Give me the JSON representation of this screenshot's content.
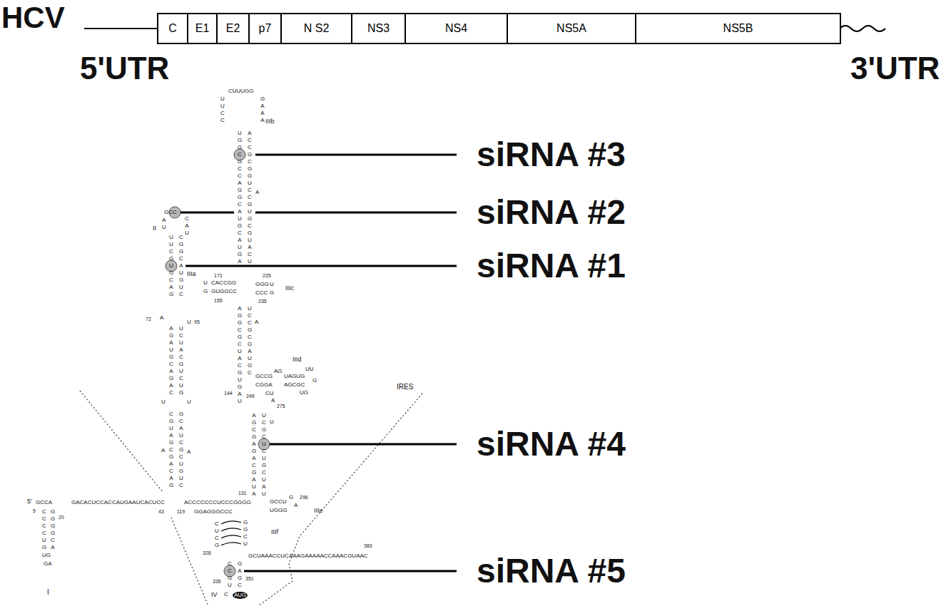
{
  "diagram": {
    "nodes": [
      {
        "text": [
          "C"
        ]
      },
      {
        "text": [
          "E1"
        ]
      },
      {
        "text": [
          "E2"
        ]
      },
      {
        "text": [
          "p7"
        ]
      },
      {
        "text": [
          "N S2"
        ]
      },
      {
        "text": [
          "NS3"
        ]
      },
      {
        "text": [
          "NS4"
        ]
      },
      {
        "text": [
          "NS5A"
        ]
      },
      {
        "text": [
          "NS5B"
        ]
      }
    ],
    "labels": [
      "HCV",
      "5'UTR",
      "3'UTR",
      "siRNA #3",
      "siRNA #2",
      "siRNA #1",
      "siRNA #4",
      "siRNA #5",
      "IIIb",
      "CUUUGG",
      "UUCC",
      "GAAA",
      "UGGCGCCAGGCAUGCAUGA",
      "ACCGCGGUCCGUGCGUACU",
      "A",
      "IIIa",
      "171",
      "225",
      "CACCGG",
      "GUGGCC",
      "U",
      "G",
      "155",
      "GGG",
      "CCC",
      "U",
      "G",
      "235",
      "IIIc",
      "AGGCGCUACG",
      "UCCGCGAUGC",
      "A",
      "UGAU",
      "144",
      "249",
      "IIId",
      "GCCG",
      "AG",
      "UAGUG",
      "UU",
      "CGGA",
      "AGCGC",
      "G",
      "UG",
      "CU",
      "A",
      "275",
      "AGCGAGACGAUA",
      "UCGCUCUGCUAU",
      "U",
      "131",
      "GCCU",
      "UGGG",
      "G",
      "A",
      "296",
      "IIIe",
      "5'",
      "GCCA",
      "GACACUCCACCAUGAAUCACUCC",
      "43",
      "119",
      "ACCCCCCCUCCCGGGG",
      "GGAGGGCCC",
      "5",
      "CCCCUG",
      "GGGGCA",
      "20",
      "UG",
      "GA",
      "I",
      "II",
      "GCC",
      "AU",
      "CAU",
      "UUCGUGCAG",
      "CGGCAUGUC",
      "72",
      "A",
      "U",
      "95",
      "AGAUGCAGAC",
      "UCUACGUCUG",
      "U",
      "U",
      "CGUAGCGACAG",
      "GCAUCGCUGUC",
      "A",
      "A",
      "IIIf",
      "328",
      "CUCG",
      "GGCU",
      "GCUAAACCUCAAAGAAAAACCAAACGUAAC",
      "383",
      "CCGU",
      "GAGC",
      "335",
      "351",
      "IV",
      "C",
      "AUG",
      "IRES"
    ]
  }
}
